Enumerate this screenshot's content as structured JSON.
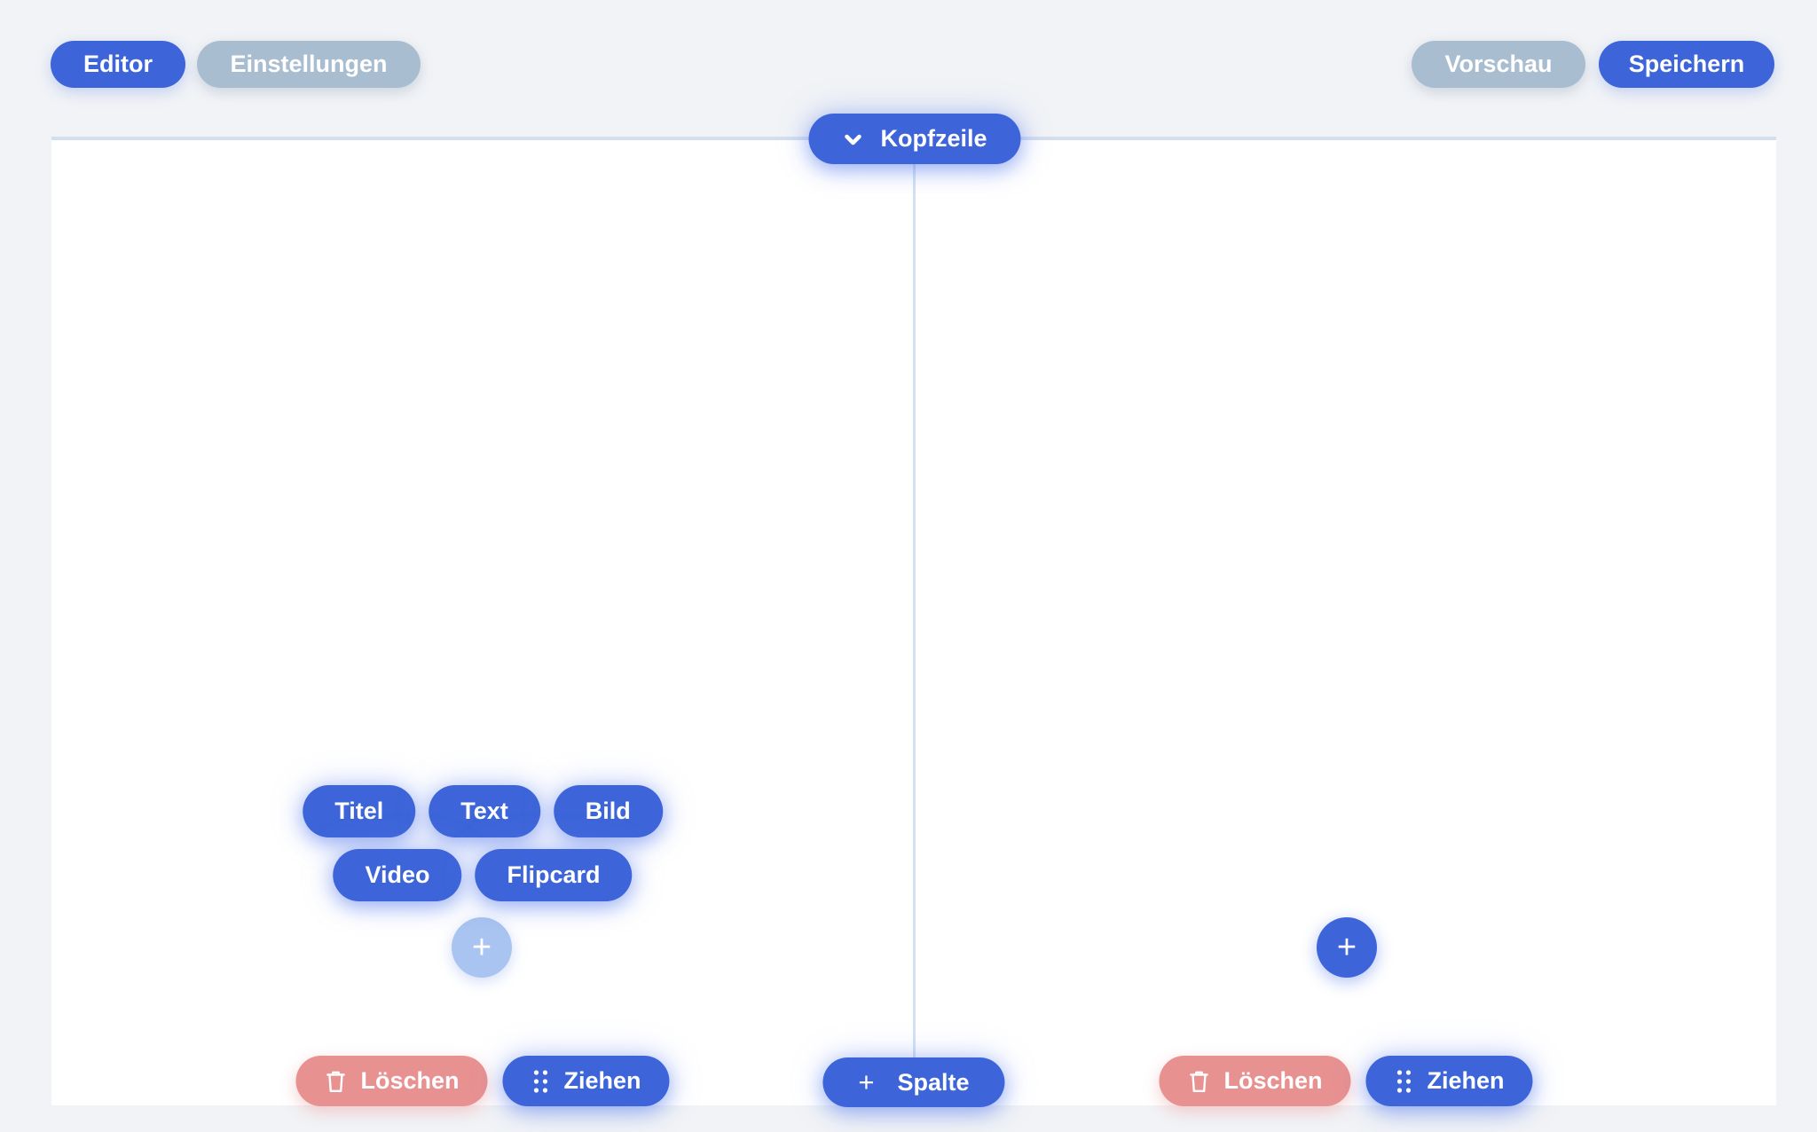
{
  "toolbar": {
    "editor_label": "Editor",
    "settings_label": "Einstellungen",
    "preview_label": "Vorschau",
    "save_label": "Speichern"
  },
  "header": {
    "toggle_label": "Kopfzeile"
  },
  "block_menu": {
    "items": [
      {
        "label": "Titel"
      },
      {
        "label": "Text"
      },
      {
        "label": "Bild"
      },
      {
        "label": "Video"
      },
      {
        "label": "Flipcard"
      }
    ]
  },
  "columns": {
    "left": {
      "add_label": "+",
      "delete_label": "Löschen",
      "drag_label": "Ziehen"
    },
    "right": {
      "add_label": "+",
      "delete_label": "Löschen",
      "drag_label": "Ziehen"
    }
  },
  "add_column": {
    "plus": "+",
    "label": "Spalte"
  },
  "colors": {
    "accent_blue": "#3d65d9",
    "muted_blue_gray": "#a9bdd1",
    "danger_red": "#e89191",
    "active_light_blue": "#a9c4f0",
    "divider_blue": "#d3e2f2",
    "page_background": "#f1f3f6",
    "canvas_background": "#ffffff"
  }
}
